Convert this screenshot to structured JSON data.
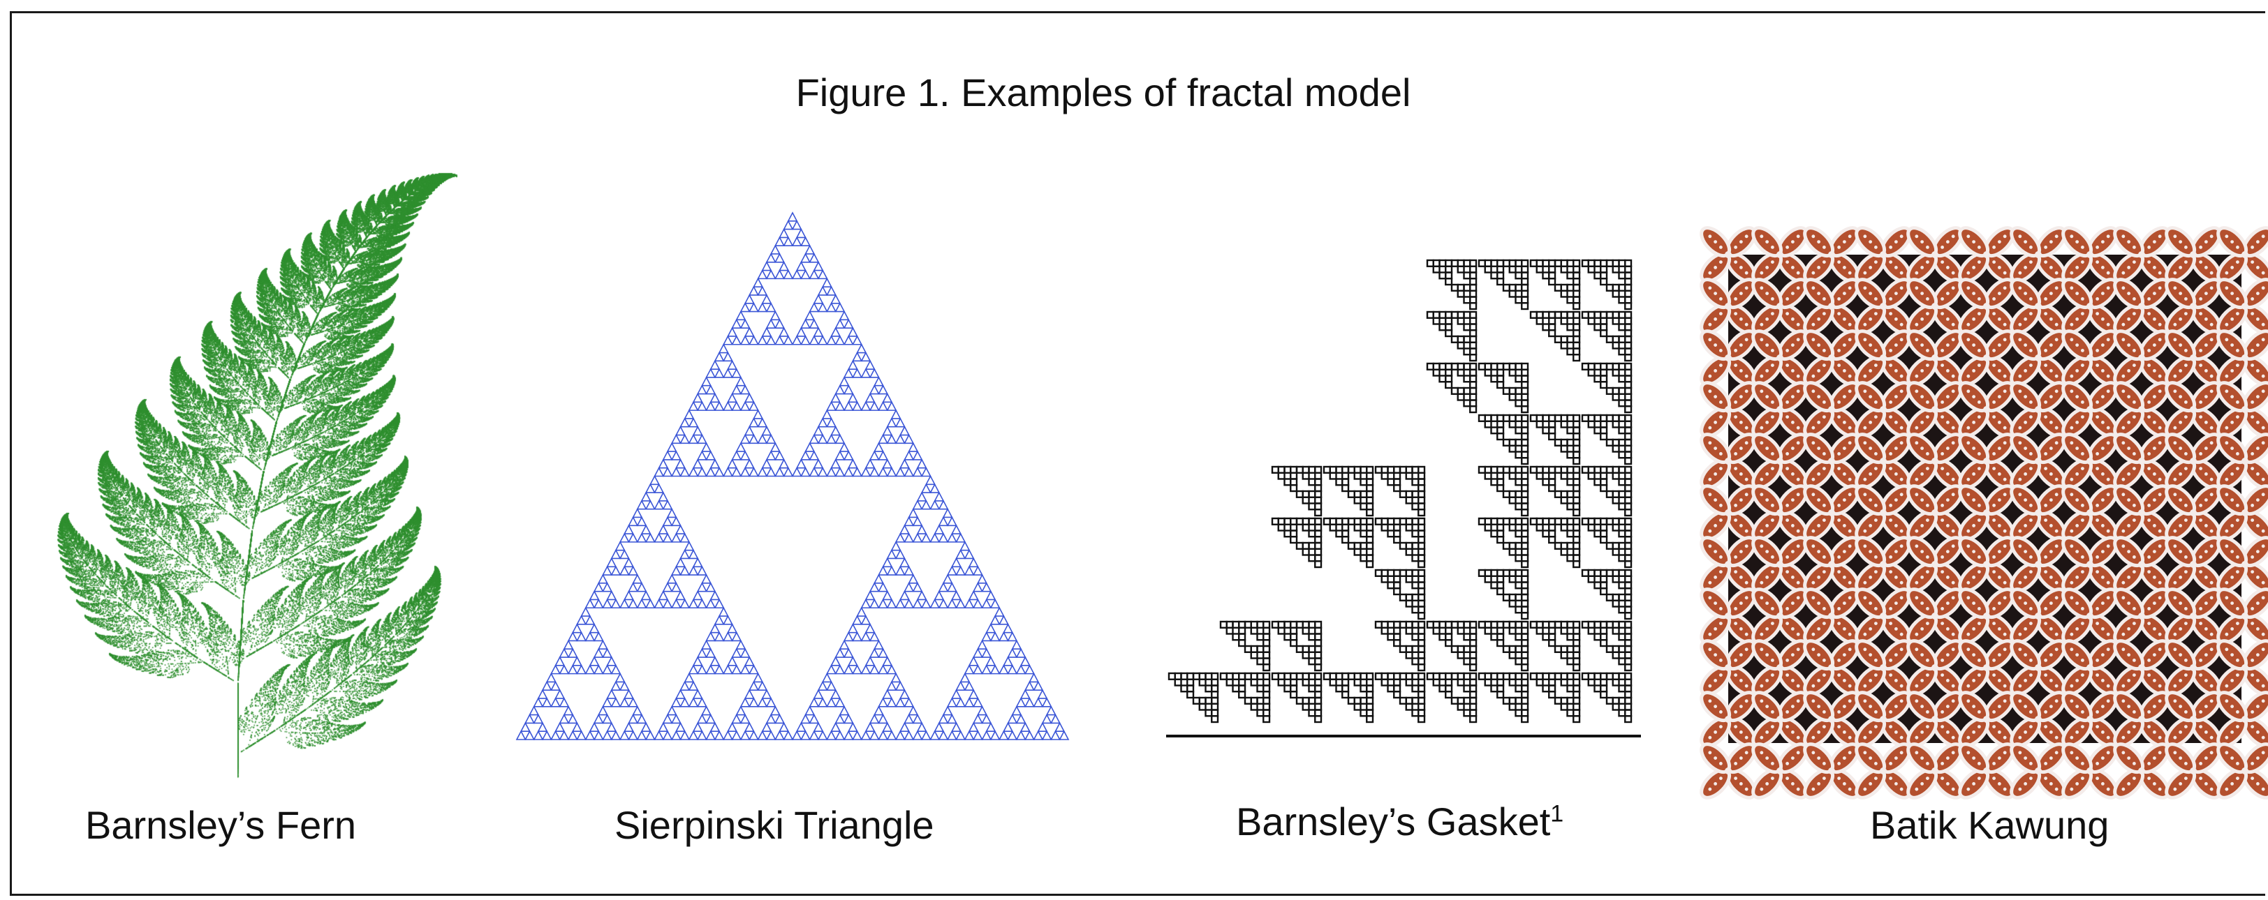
{
  "figure": {
    "title": "Figure 1. Examples of fractal model",
    "captions": {
      "fern": "Barnsley’s Fern",
      "sierpinski": "Sierpinski Triangle",
      "gasket": "Barnsley’s Gasket",
      "gasket_superscript": "1",
      "batik": "Batik Kawung"
    }
  },
  "colors": {
    "fern_green": "#2f8f2f",
    "sierpinski_blue": "#3a55d6",
    "gasket_black": "#111111",
    "batik_brown": "#b4502e",
    "batik_dark": "#1c1414",
    "batik_light": "#f4ecea"
  }
}
